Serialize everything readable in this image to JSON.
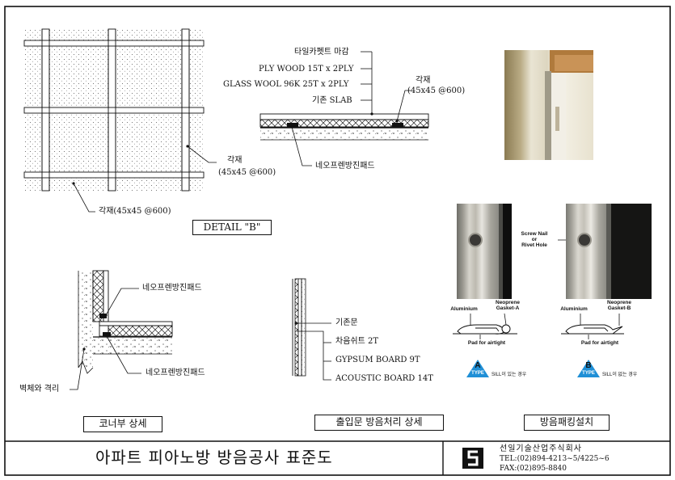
{
  "detail_b": {
    "layers": [
      "타일카펫트 마감",
      "PLY WOOD 15T x 2PLY",
      "GLASS WOOL  96K 25T x 2PLY",
      "기존 SLAB"
    ],
    "lumber_top": "각재",
    "lumber_top_size": "(45x45 @600)",
    "neoprene": "네오프렌방진패드",
    "lumber_grid": "각재",
    "lumber_grid_size": "(45x45 @600)",
    "lumber_bottom": "각재(45x45 @600)",
    "title": "DETAIL \"B\""
  },
  "corner": {
    "neoprene_top": "네오프렌방진패드",
    "neoprene_bottom": "네오프렌방진패드",
    "wall": "벽체와 격리",
    "title": "코너부 상세"
  },
  "door": {
    "layers": [
      "기존문",
      "차음쉬트 2T",
      "GYPSUM BOARD 9T",
      "ACOUSTIC BOARD 14T"
    ],
    "title": "출입문 방음처리 상세"
  },
  "packing": {
    "screw": "Screw Nail\nor\nRivet Hole",
    "aluminium_a": "Aluminium",
    "gasket_a": "Neoprene\nGasket-A",
    "pad_a": "Pad for airtight",
    "aluminium_b": "Aluminium",
    "gasket_b": "Neoprene\nGasket-B",
    "pad_b": "Pad for airtight",
    "type_a_letter": "A",
    "type_a_word": "TYPE",
    "type_a_note": "SILL이 있는 경우",
    "type_b_letter": "B",
    "type_b_word": "TYPE",
    "type_b_note": "SILL이 없는 경우",
    "title": "방음패킹설치"
  },
  "footer": {
    "title": "아파트 피아노방 방음공사 표준도",
    "company": "선일기술산업주식회사",
    "tel": "TEL:(02)894-4213~5/4225~6",
    "fax": "FAX:(02)895-8840"
  },
  "colors": {
    "ink": "#111111",
    "badge": "#1f8fd6",
    "photo_frame": "#e7e2cf",
    "photo_wood": "#b8874f"
  }
}
